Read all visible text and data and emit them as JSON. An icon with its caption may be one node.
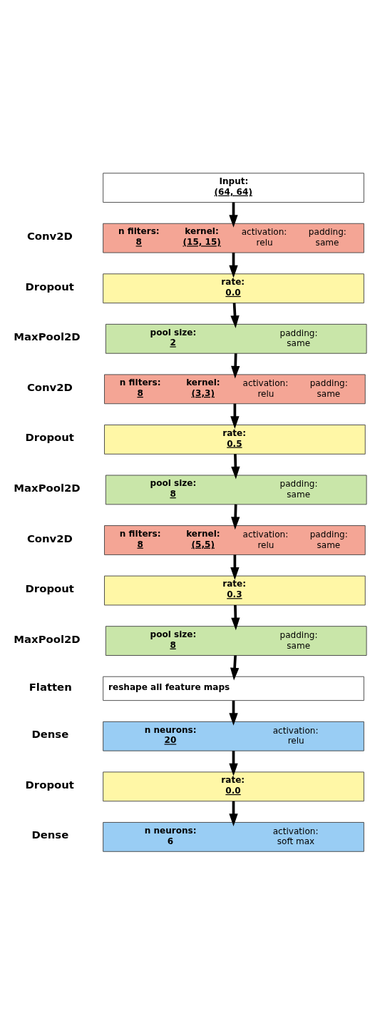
{
  "diagram": {
    "nodes": [
      {
        "text": [
          "Input:",
          "(64, 64)"
        ]
      },
      {
        "text": [
          "n filters:",
          "8",
          "kernel:",
          "(15, 15)",
          "activation:",
          "relu",
          "padding:",
          "same"
        ],
        "beside": [
          "Conv2D"
        ]
      },
      {
        "text": [
          "rate:",
          "0.0"
        ],
        "beside": [
          "Dropout"
        ]
      },
      {
        "text": [
          "pool size:",
          "2",
          "padding:",
          "same"
        ],
        "beside": [
          "MaxPool2D"
        ]
      },
      {
        "text": [
          "n filters:",
          "8",
          "kernel:",
          "(3,3)",
          "activation:",
          "relu",
          "padding:",
          "same"
        ],
        "beside": [
          "Conv2D"
        ]
      },
      {
        "text": [
          "rate:",
          "0.5"
        ],
        "beside": [
          "Dropout"
        ]
      },
      {
        "text": [
          "pool size:",
          "8",
          "padding:",
          "same"
        ],
        "beside": [
          "MaxPool2D"
        ]
      },
      {
        "text": [
          "n filters:",
          "8",
          "kernel:",
          "(5,5)",
          "activation:",
          "relu",
          "padding:",
          "same"
        ],
        "beside": [
          "Conv2D"
        ]
      },
      {
        "text": [
          "rate:",
          "0.3"
        ],
        "beside": [
          "Dropout"
        ]
      },
      {
        "text": [
          "pool size:",
          "8",
          "padding:",
          "same"
        ],
        "beside": [
          "MaxPool2D"
        ]
      },
      {
        "text": [
          "reshape all feature maps"
        ],
        "beside": [
          "Flatten"
        ]
      },
      {
        "text": [
          "n neurons:",
          "20",
          "activation:",
          "relu"
        ],
        "beside": [
          "Dense"
        ]
      },
      {
        "text": [
          "rate:",
          "0.0"
        ],
        "beside": [
          "Dropout"
        ]
      },
      {
        "text": [
          "n neurons:",
          "6",
          "activation:",
          "soft max"
        ],
        "beside": [
          "Dense"
        ]
      }
    ],
    "edges": [
      {
        "from": 0,
        "to": 1,
        "arrow": "to"
      },
      {
        "from": 1,
        "to": 2,
        "arrow": "to"
      },
      {
        "from": 2,
        "to": 3,
        "arrow": "to"
      },
      {
        "from": 3,
        "to": 4,
        "arrow": "to"
      },
      {
        "from": 4,
        "to": 5,
        "arrow": "to"
      },
      {
        "from": 5,
        "to": 6,
        "arrow": "to"
      },
      {
        "from": 6,
        "to": 7,
        "arrow": "to"
      },
      {
        "from": 7,
        "to": 8,
        "arrow": "to"
      },
      {
        "from": 8,
        "to": 9,
        "arrow": "to"
      },
      {
        "from": 9,
        "to": 10,
        "arrow": "to"
      },
      {
        "from": 10,
        "to": 11,
        "arrow": "to"
      },
      {
        "from": 11,
        "to": 12,
        "arrow": "to"
      },
      {
        "from": 12,
        "to": 13,
        "arrow": "to"
      }
    ]
  }
}
